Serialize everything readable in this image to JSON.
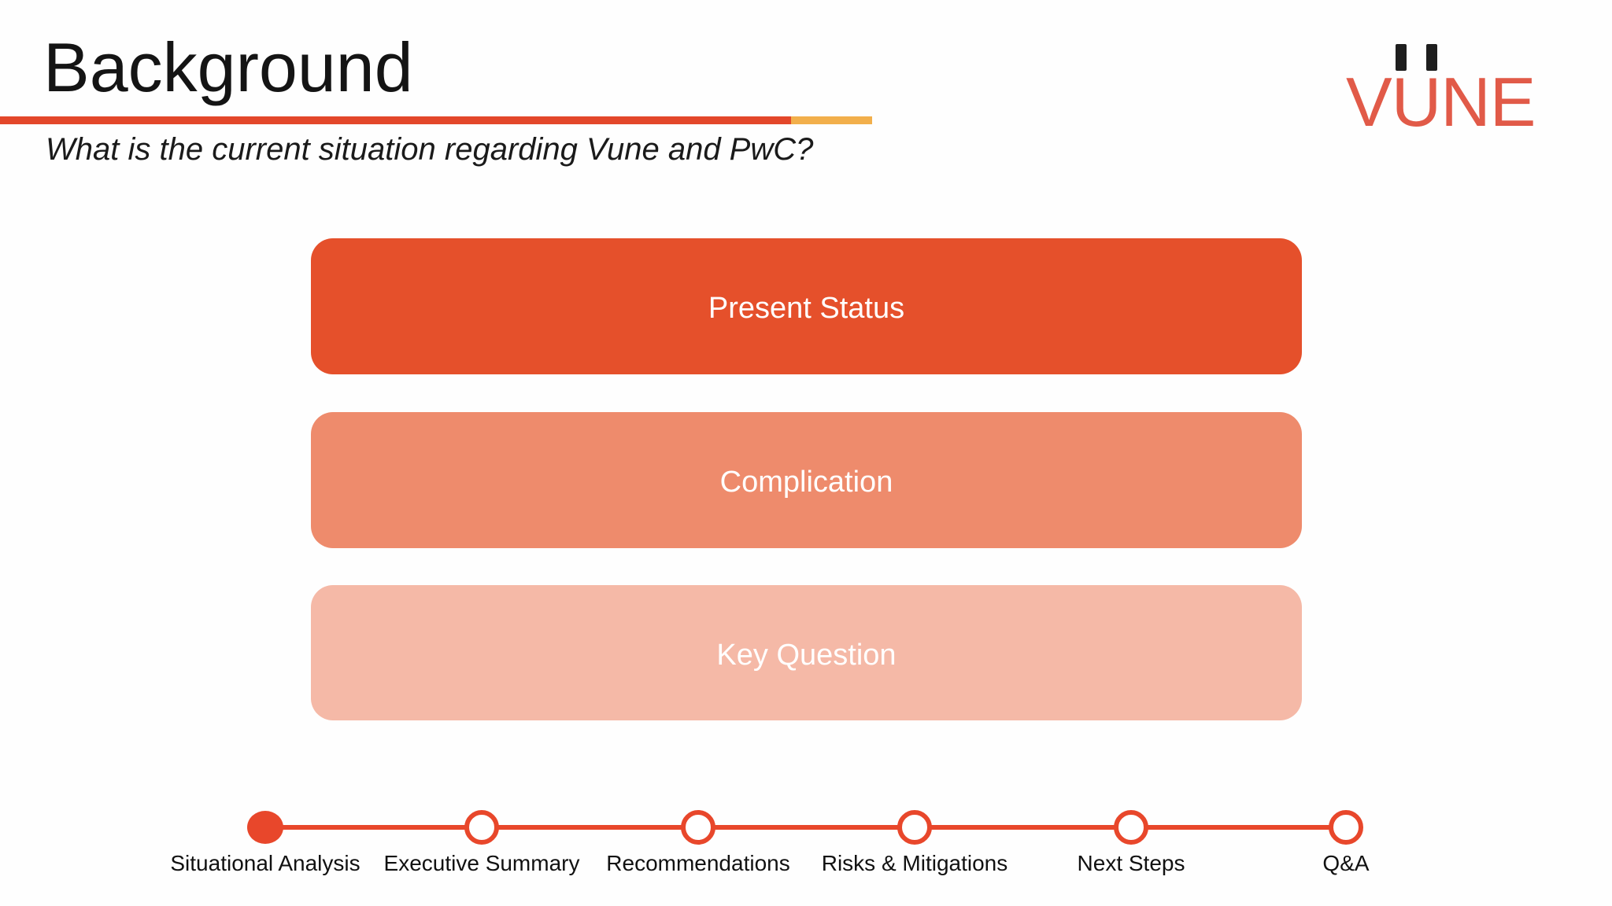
{
  "header": {
    "title": "Background",
    "subtitle": "What is the current situation regarding Vune and PwC?",
    "underline_colors": {
      "orange": "#E3472A",
      "yellow": "#F2AF4B"
    }
  },
  "logo": {
    "text": "VUNE",
    "text_color": "#E15A48",
    "prong_color": "#1E1E1E"
  },
  "scqa_boxes": [
    {
      "label": "Present Status",
      "color": "#E5502B",
      "text_color": "#FFFFFF"
    },
    {
      "label": "Complication",
      "color": "#EE8B6C",
      "text_color": "#FFFFFF"
    },
    {
      "label": "Key Question",
      "color": "#F5B9A7",
      "text_color": "#FFFFFF"
    }
  ],
  "timeline": {
    "line_color": "#E8472B",
    "steps": [
      {
        "label": "Situational Analysis",
        "state": "active"
      },
      {
        "label": "Executive Summary",
        "state": "upcoming"
      },
      {
        "label": "Recommendations",
        "state": "upcoming"
      },
      {
        "label": "Risks & Mitigations",
        "state": "upcoming"
      },
      {
        "label": "Next Steps",
        "state": "upcoming"
      },
      {
        "label": "Q&A",
        "state": "upcoming"
      }
    ]
  }
}
